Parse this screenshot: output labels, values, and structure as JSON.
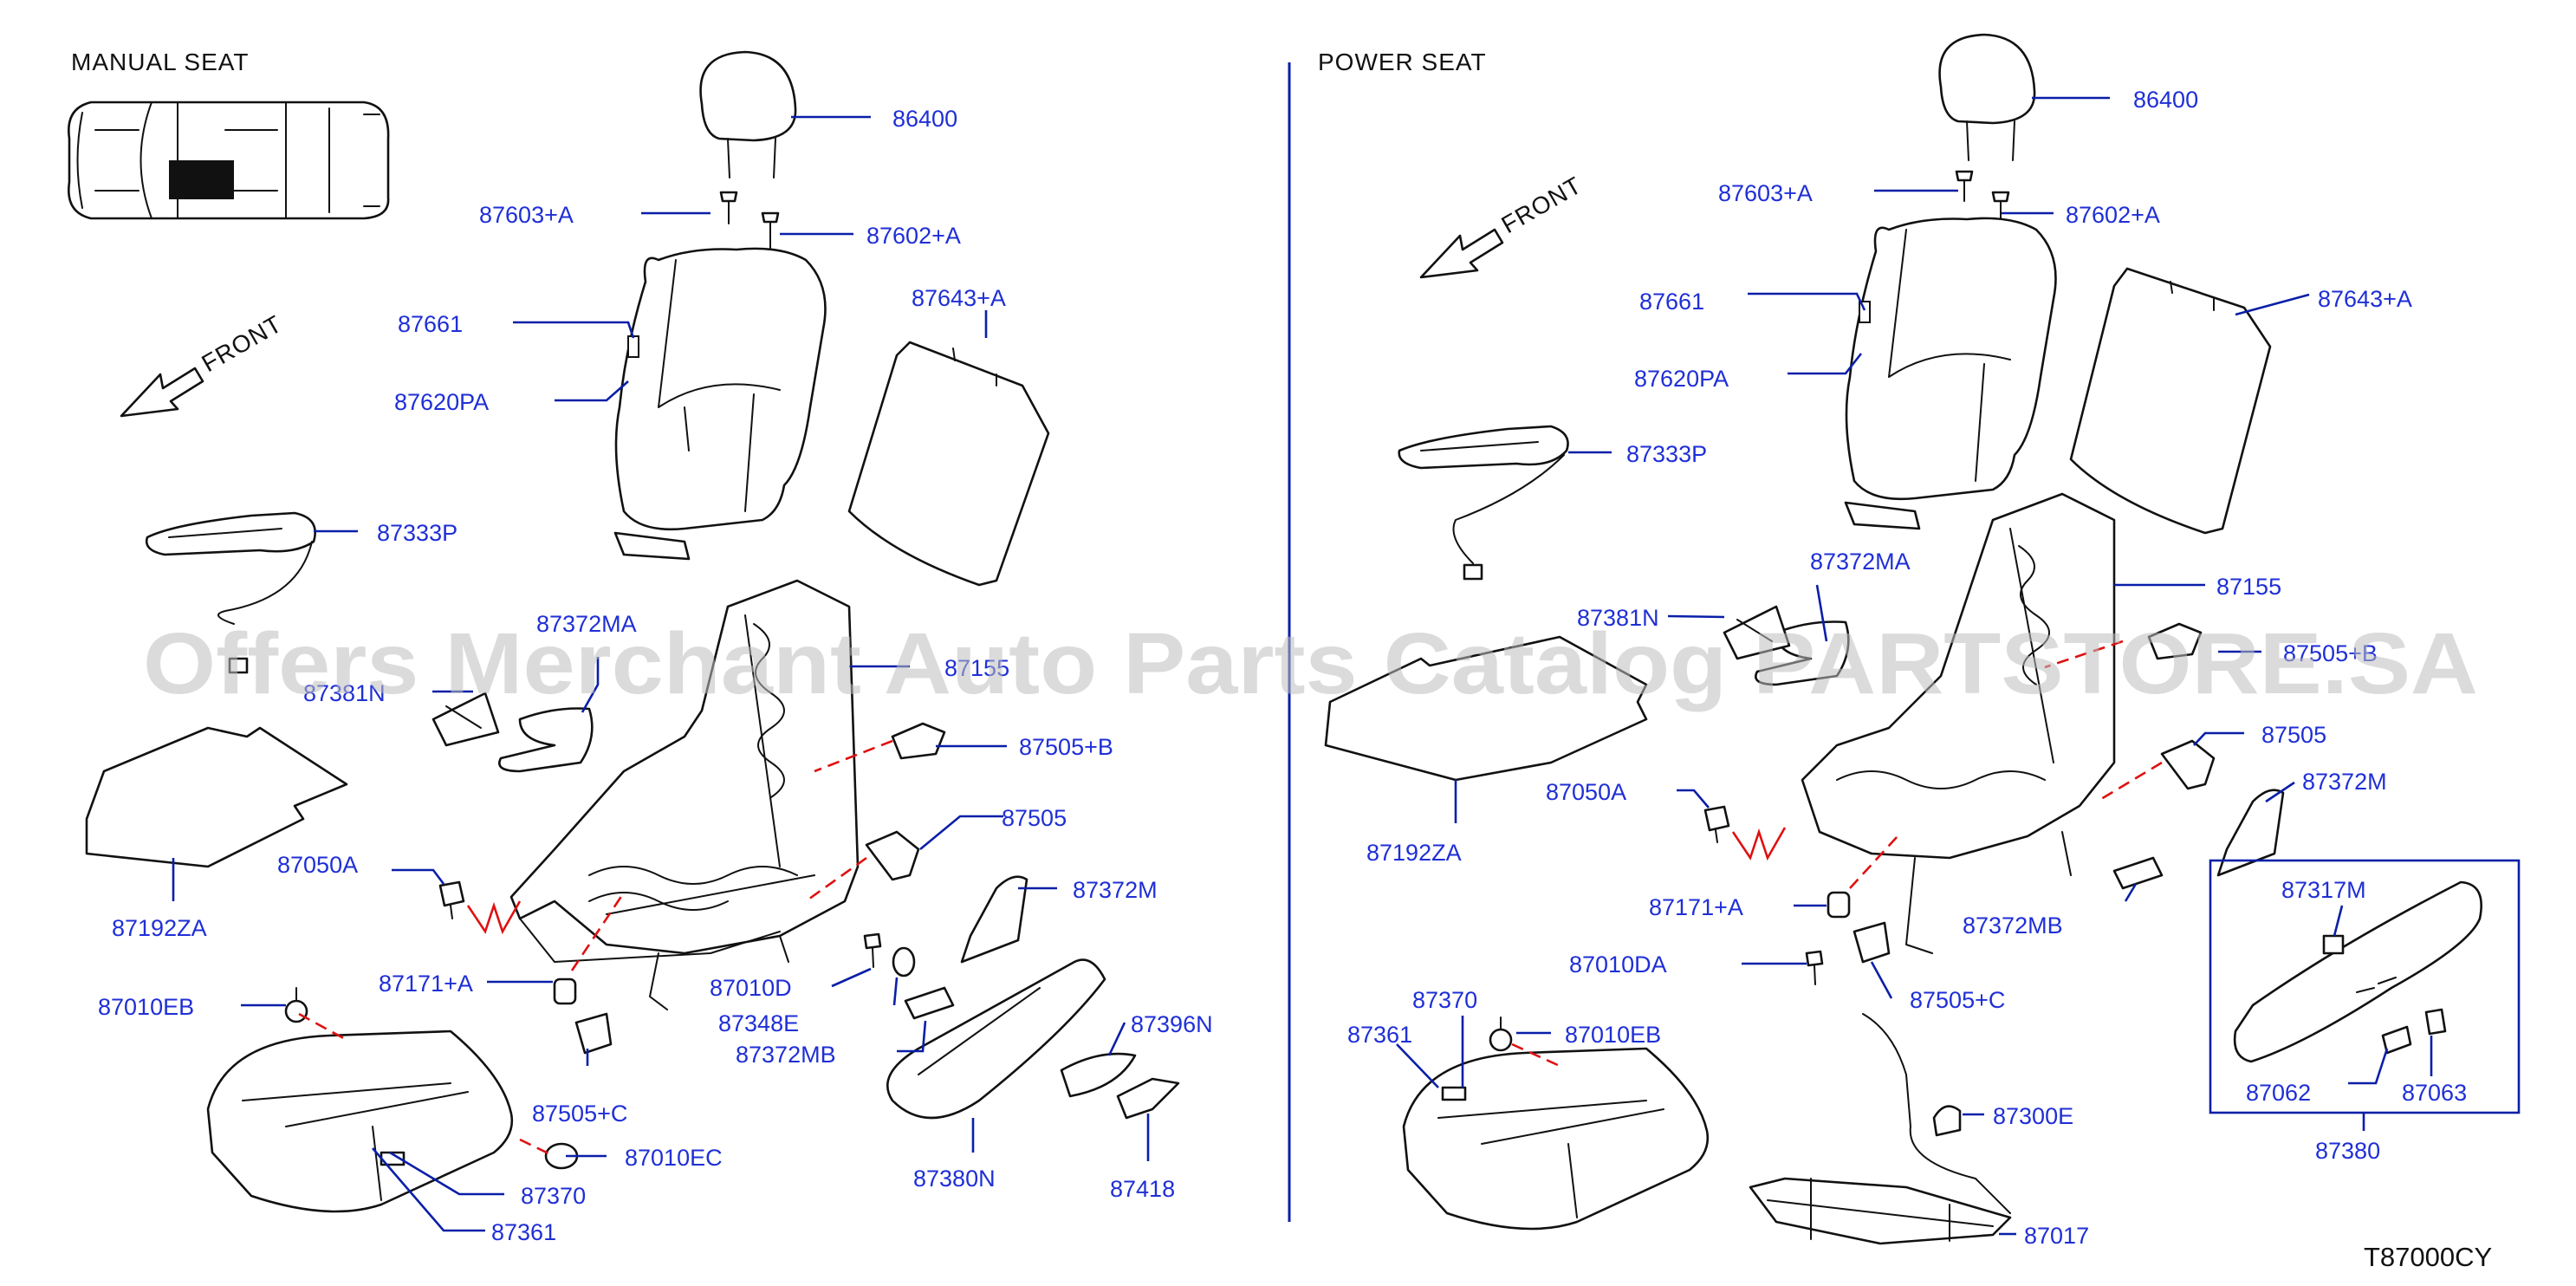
{
  "headings": {
    "manual": "MANUAL   SEAT",
    "power": "POWER   SEAT",
    "front_left": "FRONT",
    "front_right": "FRONT"
  },
  "diagram_code": "T87000CY",
  "watermark": "Offers Merchant Auto Parts Catalog PARTSTORE.SA",
  "manual_labels": {
    "l86400": "86400",
    "l87603a": "87603+A",
    "l87602a": "87602+A",
    "l87661": "87661",
    "l87620pa": "87620PA",
    "l87643a": "87643+A",
    "l87333p": "87333P",
    "l87372ma": "87372MA",
    "l87381n": "87381N",
    "l87155": "87155",
    "l87505b": "87505+B",
    "l87505": "87505",
    "l87192za": "87192ZA",
    "l87050a": "87050A",
    "l87372m": "87372M",
    "l87171a": "87171+A",
    "l87010d": "87010D",
    "l87348e": "87348E",
    "l87372mb": "87372MB",
    "l87396n": "87396N",
    "l87010eb": "87010EB",
    "l87505c": "87505+C",
    "l87010ec": "87010EC",
    "l87370": "87370",
    "l87361": "87361",
    "l87380n": "87380N",
    "l87418": "87418"
  },
  "power_labels": {
    "l86400": "86400",
    "l87603a": "87603+A",
    "l87602a": "87602+A",
    "l87661": "87661",
    "l87620pa": "87620PA",
    "l87643a": "87643+A",
    "l87333p": "87333P",
    "l87372ma": "87372MA",
    "l87381n": "87381N",
    "l87155": "87155",
    "l87505b": "87505+B",
    "l87505": "87505",
    "l87372m": "87372M",
    "l87192za": "87192ZA",
    "l87050a": "87050A",
    "l87171a": "87171+A",
    "l87372mb": "87372MB",
    "l87317m": "87317M",
    "l87010da": "87010DA",
    "l87505c": "87505+C",
    "l87370": "87370",
    "l87010eb": "87010EB",
    "l87361": "87361",
    "l87300e": "87300E",
    "l87062": "87062",
    "l87063": "87063",
    "l87380": "87380",
    "l87017": "87017"
  },
  "colors": {
    "label": "#1f2fd6",
    "leader": "#0a1fa8",
    "hidden_line": "#e01010",
    "outline": "#111111"
  }
}
